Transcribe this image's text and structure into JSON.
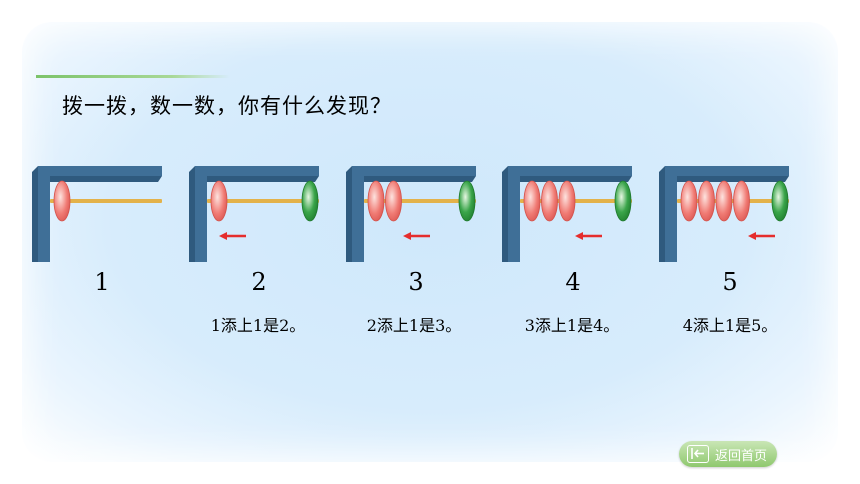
{
  "title": "拨一拨，数一数，你有什么发现？",
  "abaci": [
    {
      "number": "1",
      "caption": "",
      "red_beads": 1,
      "green_bead": false,
      "arrow": false
    },
    {
      "number": "2",
      "caption": "1添上1是2。",
      "red_beads": 1,
      "green_bead": true,
      "arrow": true
    },
    {
      "number": "3",
      "caption": "2添上1是3。",
      "red_beads": 2,
      "green_bead": true,
      "arrow": true
    },
    {
      "number": "4",
      "caption": "3添上1是4。",
      "red_beads": 3,
      "green_bead": true,
      "arrow": true
    },
    {
      "number": "5",
      "caption": "4添上1是5。",
      "red_beads": 4,
      "green_bead": true,
      "arrow": true
    }
  ],
  "home_button": {
    "label": "返回首页",
    "icon": "back-arrow-icon"
  },
  "colors": {
    "frame": "#3f6f97",
    "rod": "#e3b24a",
    "red_bead": "#f07b74",
    "green_bead": "#3aa54a",
    "arrow": "#e52d2d",
    "accent_line": "#7cc36a"
  }
}
